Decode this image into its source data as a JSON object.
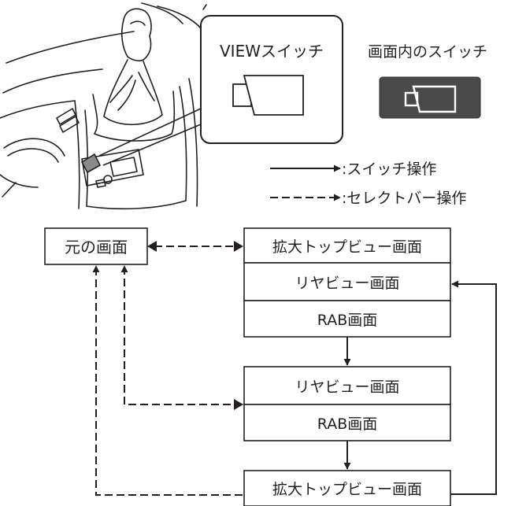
{
  "callout": {
    "title": "VIEWスイッチ"
  },
  "screen_switch": {
    "title": "画面内のスイッチ",
    "button_color": "#4a4a4a"
  },
  "legend": {
    "solid": ":スイッチ操作",
    "dashed": ":セレクトバー操作"
  },
  "flow": {
    "original": "元の画面",
    "group1": [
      "拡大トップビュー画面",
      "リヤビュー画面",
      "RAB画面"
    ],
    "group2": [
      "リヤビュー画面",
      "RAB画面"
    ],
    "group3": [
      "拡大トップビュー画面"
    ]
  },
  "icons": [
    "camera-view-icon"
  ]
}
